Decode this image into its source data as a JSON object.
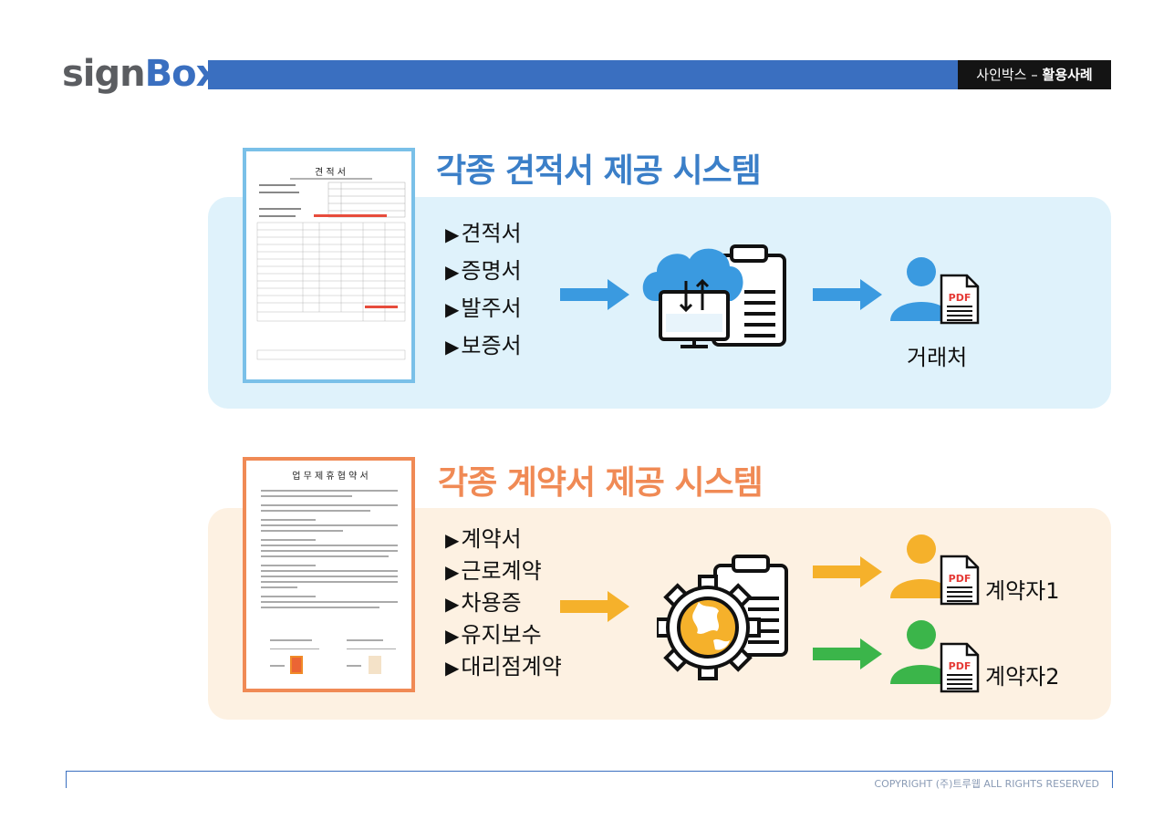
{
  "header": {
    "logo_sign": "sign",
    "logo_box": "Box",
    "section_prefix": "사인박스 – ",
    "section_bold": "활용사례"
  },
  "quote_section": {
    "title": "각종 견적서 제공 시스템",
    "items": [
      "견적서",
      "증명서",
      "발주서",
      "보증서"
    ],
    "recipient": "거래처",
    "pdf_label": "PDF",
    "doc_title": "견 적 서"
  },
  "contract_section": {
    "title": "각종 계약서 제공 시스템",
    "items": [
      "계약서",
      "근로계약",
      "차용증",
      "유지보수",
      "대리점계약"
    ],
    "recipients": [
      "계약자1",
      "계약자2"
    ],
    "pdf_label": "PDF",
    "doc_title": "업 무 제 휴 협 약 서"
  },
  "footer": {
    "copyright": "COPYRIGHT (주)트루웹 ALL RIGHTS RESERVED"
  },
  "colors": {
    "brand_blue": "#3a6fc0",
    "quote_blue": "#3b7fc8",
    "contract_orange": "#f08a55",
    "arrow_blue": "#3a9ae0",
    "arrow_orange": "#f5b12b",
    "arrow_green": "#3bb54a"
  }
}
